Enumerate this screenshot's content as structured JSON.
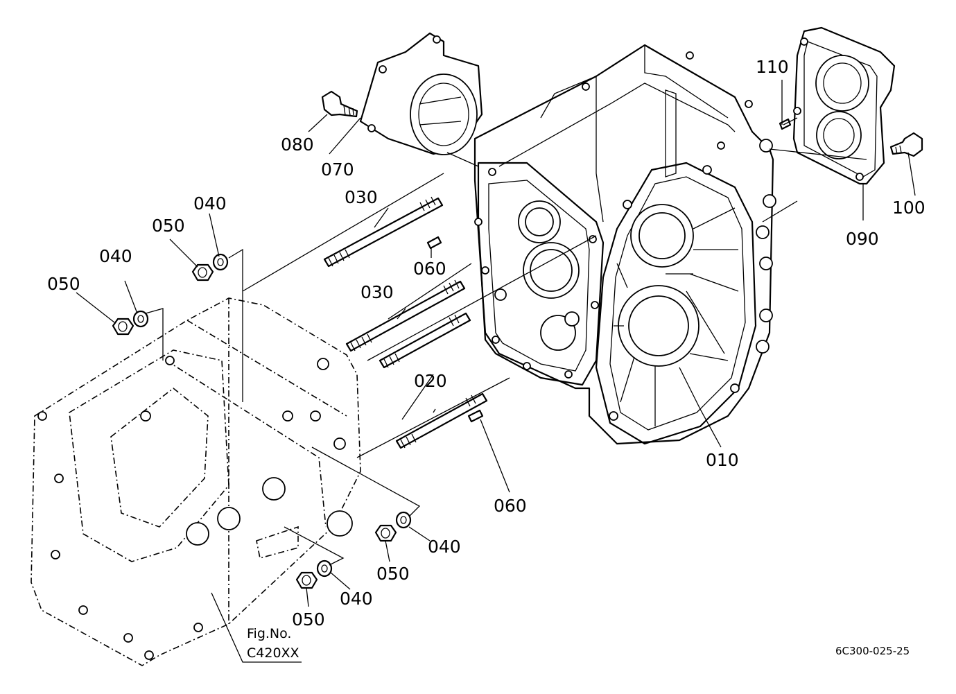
{
  "callouts": {
    "p010": "010",
    "p020": "020",
    "p030a": "030",
    "p030b": "030",
    "p040a": "040",
    "p040b": "040",
    "p040c": "040",
    "p040d": "040",
    "p050a": "050",
    "p050b": "050",
    "p050c": "050",
    "p050d": "050",
    "p060a": "060",
    "p060b": "060",
    "p070": "070",
    "p080": "080",
    "p090": "090",
    "p100": "100",
    "p110": "110"
  },
  "figure_ref": {
    "line1": "Fig.No.",
    "line2": "C420XX"
  },
  "drawing_code": "6C300-025-25"
}
